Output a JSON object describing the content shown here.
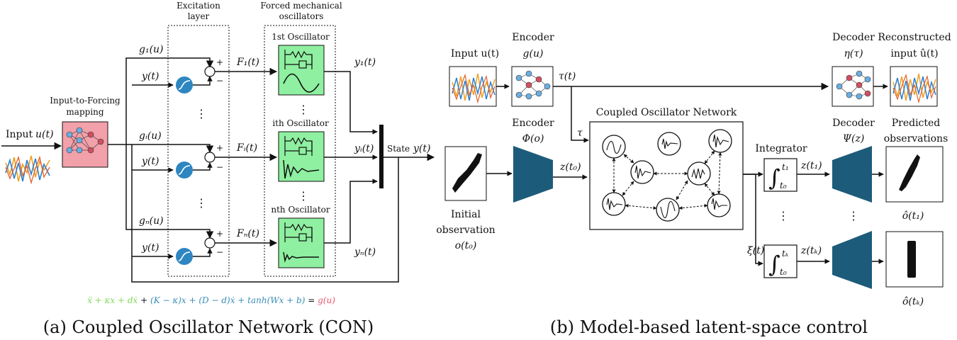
{
  "panel_a": {
    "input_label": "Input",
    "input_var": "u(t)",
    "mapping_label": [
      "Input-to-Forcing",
      "mapping"
    ],
    "excitation_label": [
      "Excitation",
      "layer"
    ],
    "oscillators_header": [
      "Forced mechanical",
      "oscillators"
    ],
    "oscillators": [
      {
        "title": "1st Oscillator",
        "force": "F₁(t)",
        "output": "y₁(t)",
        "gain": "g₁(u)"
      },
      {
        "title": "ith Oscillator",
        "force": "Fᵢ(t)",
        "output": "yᵢ(t)",
        "gain": "gᵢ(u)"
      },
      {
        "title": "nth Oscillator",
        "force": "Fₙ(t)",
        "output": "yₙ(t)",
        "gain": "gₙ(u)"
      }
    ],
    "feedback_label": "y(t)",
    "state_label": "State",
    "state_var": "y(t)",
    "plus_sign": "+",
    "minus_sign": "−",
    "vdots": "⋮",
    "equation": {
      "part1": "ẍ + κx + dẋ",
      "part2": " + ",
      "part3": "(K − κ)x + (D − d)ẋ + tanh(Wx + b)",
      "part4": " = ",
      "part5": "g(u)",
      "colors": {
        "green": "#7ed957",
        "blue": "#3a8fb7",
        "red": "#e8536a"
      }
    },
    "caption": "(a) Coupled Oscillator Network (CON)"
  },
  "panel_b": {
    "input_label": "Input u(t)",
    "encoder_top": [
      "Encoder",
      "g(u)"
    ],
    "tau_var": "τ(t)",
    "tau_short": "τ",
    "decoder_top": [
      "Decoder",
      "η(τ)"
    ],
    "reconstructed": [
      "Reconstructed",
      "input û(t)"
    ],
    "encoder_phi": [
      "Encoder",
      "Φ(o)"
    ],
    "z_t0": "z(t₀)",
    "initial_obs": [
      "Initial",
      "observation",
      "o(t₀)"
    ],
    "network_title": "Coupled Oscillator Network",
    "integrator_label": "Integrator",
    "xi_var": "ξ̇(t)",
    "decoder_psi": [
      "Decoder",
      "Ψ(z)"
    ],
    "predicted": [
      "Predicted",
      "observations"
    ],
    "z_t1": "z(t₁)",
    "z_tk": "z(tₖ)",
    "o_hat_1": "ô(t₁)",
    "o_hat_k": "ô(tₖ)",
    "int_upper_1": "t₁",
    "int_upper_k": "tₖ",
    "int_lower": "t₀",
    "integral_sign": "∫",
    "vdots": "⋮",
    "caption": "(b) Model-based latent-space control"
  },
  "colors": {
    "mapping_fill": "#f2a0aa",
    "osc_fill": "#8ef0a0",
    "excite_fill": "#2e86c1",
    "trapezoid": "#1d5b7a"
  }
}
